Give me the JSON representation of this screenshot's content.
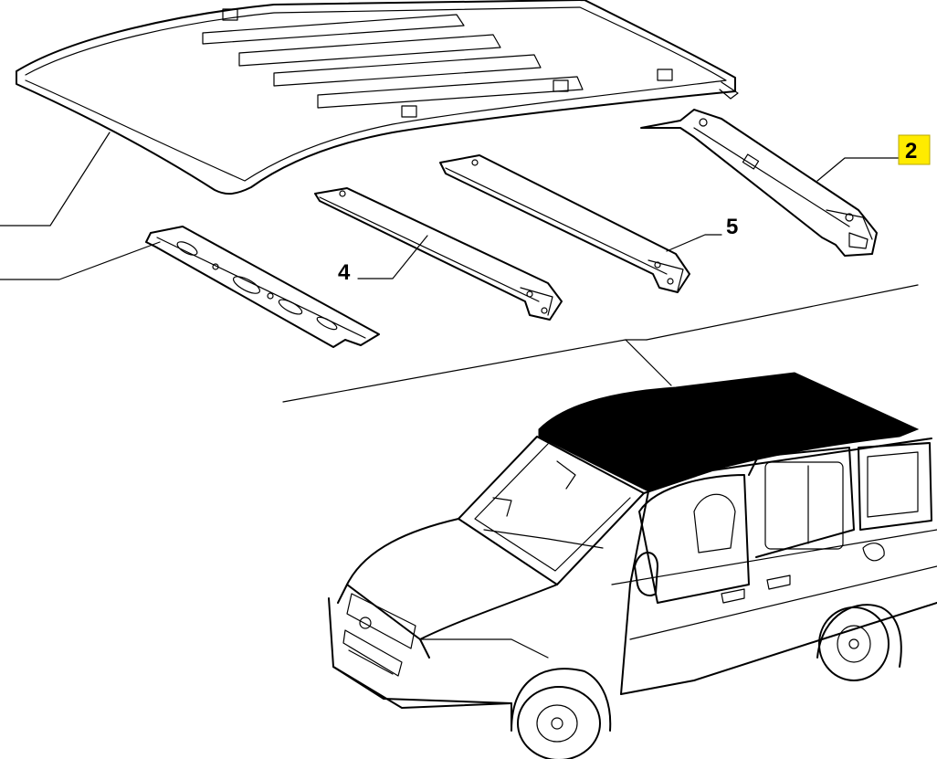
{
  "callouts": {
    "c2": {
      "text": "2",
      "highlight": "#ffeb00"
    },
    "c4": {
      "text": "4"
    },
    "c5": {
      "text": "5"
    }
  },
  "colors": {
    "line": "#000000",
    "roof_fill": "#000000",
    "background": "#ffffff"
  }
}
